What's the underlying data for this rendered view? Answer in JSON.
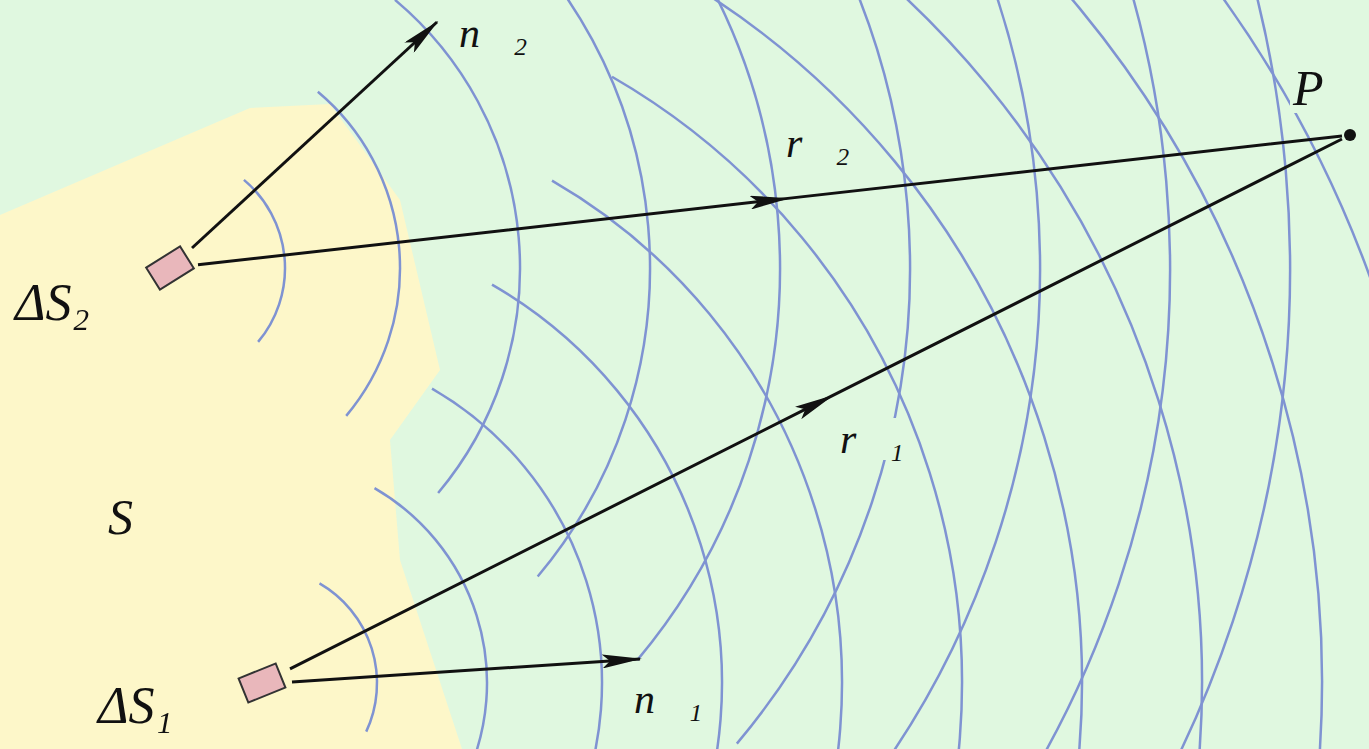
{
  "diagram": {
    "nodes": [
      {
        "text": [
          "S"
        ]
      },
      {
        "text": [
          "ΔS₂"
        ],
        "in": 0
      },
      {
        "text": [
          "ΔS₁"
        ],
        "in": 0
      },
      {
        "text": [
          "P"
        ]
      }
    ],
    "edges": [
      {
        "from": 1,
        "to": 3,
        "arrow": "to",
        "label": "r⃗₂"
      },
      {
        "from": 2,
        "to": 3,
        "arrow": "to",
        "label": "r⃗₁"
      }
    ],
    "labels": [
      "n⃗₂",
      "n⃗₁"
    ]
  }
}
